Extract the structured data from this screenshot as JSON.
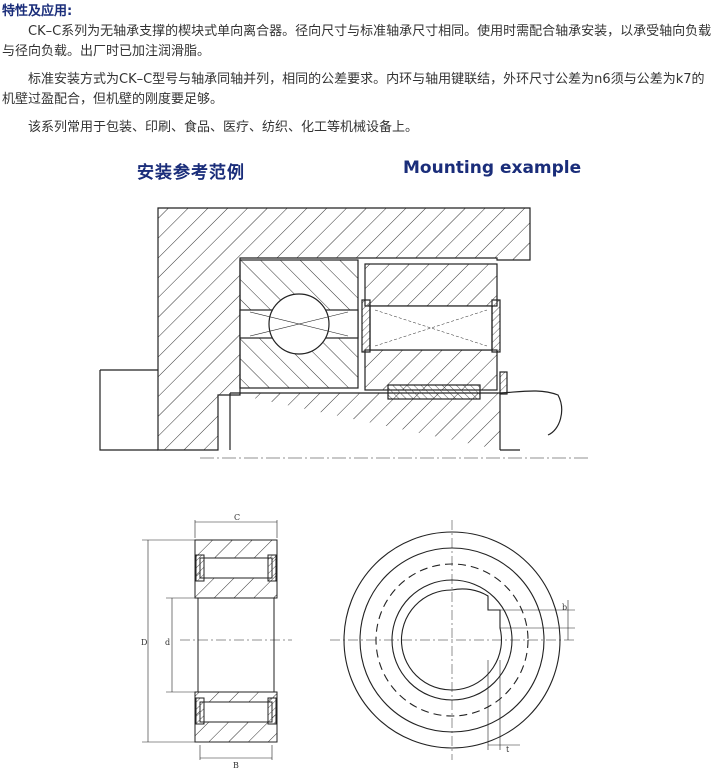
{
  "section_heading": "特性及应用:",
  "paragraphs": [
    "CK–C系列为无轴承支撑的楔块式单向离合器。径向尺寸与标准轴承尺寸相同。使用时需配合轴承安装，以承受轴向负载与径向负载。出厂时已加注润滑脂。",
    "标准安装方式为CK–C型号与轴承同轴并列，相同的公差要求。内环与轴用键联结，外环尺寸公差为n6须与公差为k7的机壁过盈配合，但机壁的刚度要足够。",
    "该系列常用于包装、印刷、食品、医疗、纺织、化工等机械设备上。"
  ],
  "caption_cn": "安装参考范例",
  "caption_en": "Mounting example",
  "dimension_labels": {
    "C": "C",
    "D": "D",
    "d": "d",
    "B": "B",
    "b": "b",
    "t": "t"
  },
  "colors": {
    "heading": "#1a2d7a",
    "text": "#333333",
    "line": "#222222"
  }
}
